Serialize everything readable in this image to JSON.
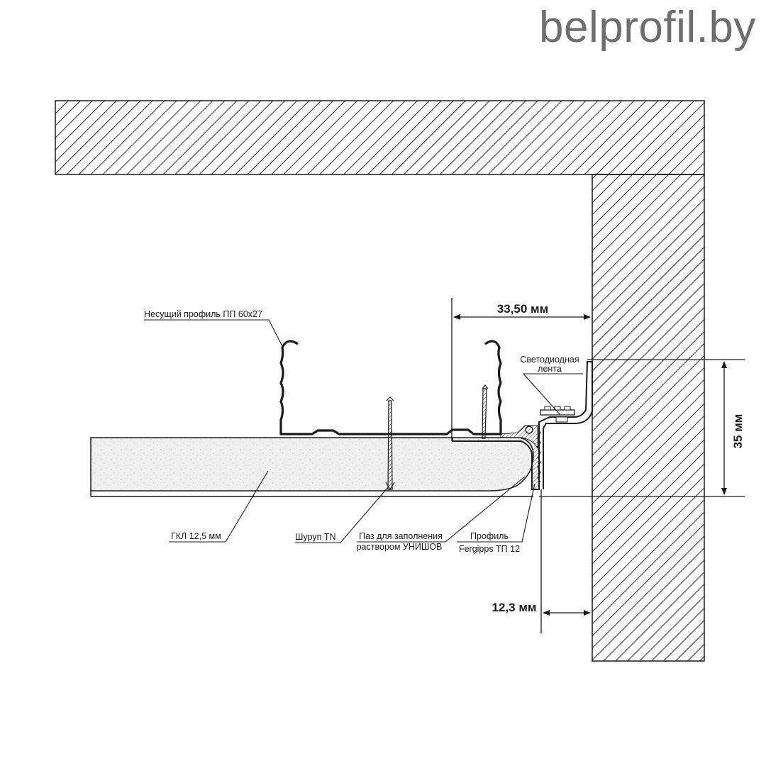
{
  "brand": {
    "watermark": "belprofil.by"
  },
  "labels": {
    "bearing_profile": "Несущий профиль ПП 60х27",
    "led_strip_line1": "Светодиодная",
    "led_strip_line2": "лента",
    "drywall": "ГКЛ 12,5 мм",
    "screw": "Шуруп TN",
    "groove_line1": "Паз для заполнения",
    "groove_line2": "раствором УНИШОВ",
    "profile_line1": "Профиль",
    "profile_line2": "Fergipps ТП 12"
  },
  "dimensions": {
    "gap_width": "33,50 мм",
    "height": "35 мм",
    "offset": "12,3 мм"
  },
  "colors": {
    "line": "#1a1a1a",
    "hatch": "#3a3a3a",
    "board_fill": "#efefef",
    "brand_text": "#6e6e6e"
  }
}
